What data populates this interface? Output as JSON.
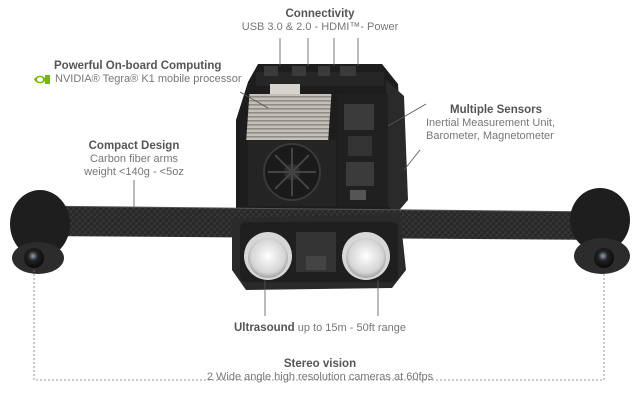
{
  "connectivity": {
    "title": "Connectivity",
    "desc": "USB 3.0 & 2.0 - HDMI™- Power"
  },
  "computing": {
    "title": "Powerful On-board Computing",
    "desc": "NVIDIA® Tegra® K1 mobile processor",
    "icon": "nvidia-logo-icon"
  },
  "sensors": {
    "title": "Multiple Sensors",
    "line1": "Inertial Measurement Unit,",
    "line2": "Barometer, Magnetometer"
  },
  "compact": {
    "title": "Compact Design",
    "line1": "Carbon fiber arms",
    "line2": "weight <140g - <5oz"
  },
  "ultrasound": {
    "title": "Ultrasound",
    "desc": "up to 15m - 50ft range"
  },
  "stereo": {
    "title": "Stereo vision",
    "desc": "2 Wide angle high resolution cameras at 60fps"
  },
  "colors": {
    "nvidia_green": "#76b900",
    "carbon": "#2a2a2a",
    "heatsink": "#b9b6b0"
  }
}
